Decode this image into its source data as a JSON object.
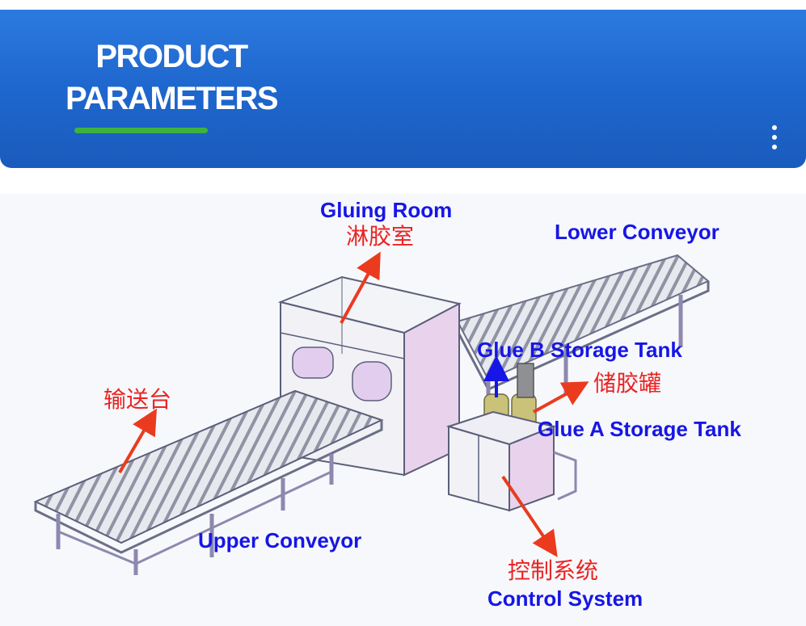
{
  "header": {
    "title_line1": "PRODUCT",
    "title_line2": "PARAMETERS",
    "accent_color": "#3db33d",
    "menu_icon": "more-vertical-icon"
  },
  "diagram": {
    "gluing_room_en": "Gluing Room",
    "gluing_room_cn": "淋胶室",
    "lower_conveyor_en": "Lower Conveyor",
    "glue_b_en": "Glue B Storage Tank",
    "glue_a_cn": "储胶罐",
    "glue_a_en": "Glue A Storage Tank",
    "conveyor_cn": "输送台",
    "upper_conveyor_en": "Upper Conveyor",
    "control_cn": "控制系统",
    "control_en": "Control System",
    "label_color": "#1616e6",
    "label_cn_color": "#ea2323"
  }
}
